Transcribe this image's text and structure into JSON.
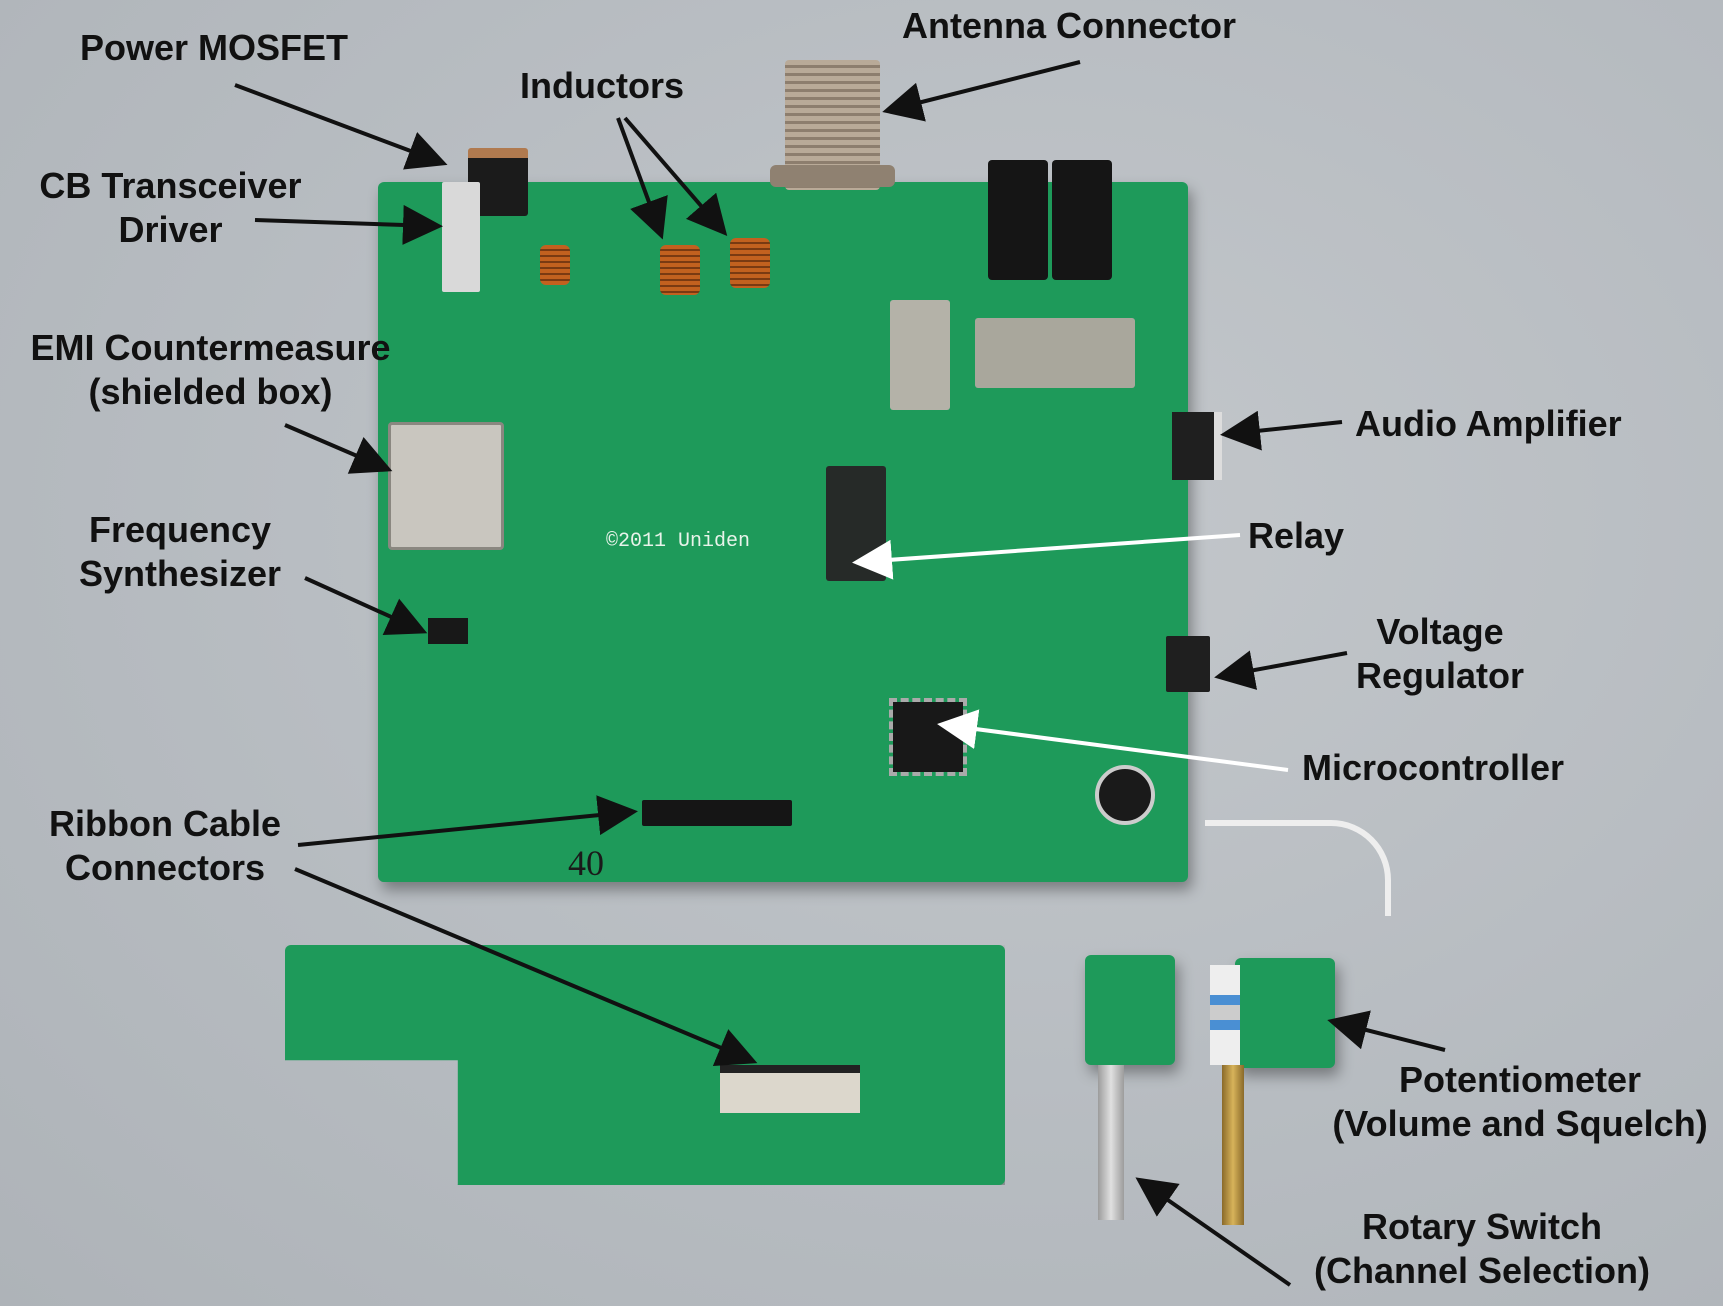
{
  "figure": {
    "subject": "Disassembled Uniden CB transceiver circuit boards",
    "board_marking": "©2011 Uniden",
    "handwritten_marking": "40"
  },
  "labels": [
    {
      "id": "power-mosfet",
      "lines": [
        "Power MOSFET"
      ]
    },
    {
      "id": "inductors",
      "lines": [
        "Inductors"
      ]
    },
    {
      "id": "antenna-connector",
      "lines": [
        "Antenna Connector"
      ]
    },
    {
      "id": "cb-transceiver-driver",
      "lines": [
        "CB Transceiver",
        "Driver"
      ]
    },
    {
      "id": "emi-countermeasure",
      "lines": [
        "EMI Countermeasure",
        "(shielded box)"
      ]
    },
    {
      "id": "audio-amplifier",
      "lines": [
        "Audio Amplifier"
      ]
    },
    {
      "id": "frequency-synthesizer",
      "lines": [
        "Frequency",
        "Synthesizer"
      ]
    },
    {
      "id": "relay",
      "lines": [
        "Relay"
      ]
    },
    {
      "id": "voltage-regulator",
      "lines": [
        "Voltage",
        "Regulator"
      ]
    },
    {
      "id": "microcontroller",
      "lines": [
        "Microcontroller"
      ]
    },
    {
      "id": "ribbon-cable-connectors",
      "lines": [
        "Ribbon Cable",
        "Connectors"
      ]
    },
    {
      "id": "potentiometer",
      "lines": [
        "Potentiometer",
        "(Volume and Squelch)"
      ]
    },
    {
      "id": "rotary-switch",
      "lines": [
        "Rotary Switch",
        "(Channel Selection)"
      ]
    }
  ],
  "colors": {
    "background": "#b9bec3",
    "pcb": "#1e9a5a",
    "label_text": "#111111",
    "arrow_dark": "#111111",
    "arrow_light": "#ffffff"
  }
}
